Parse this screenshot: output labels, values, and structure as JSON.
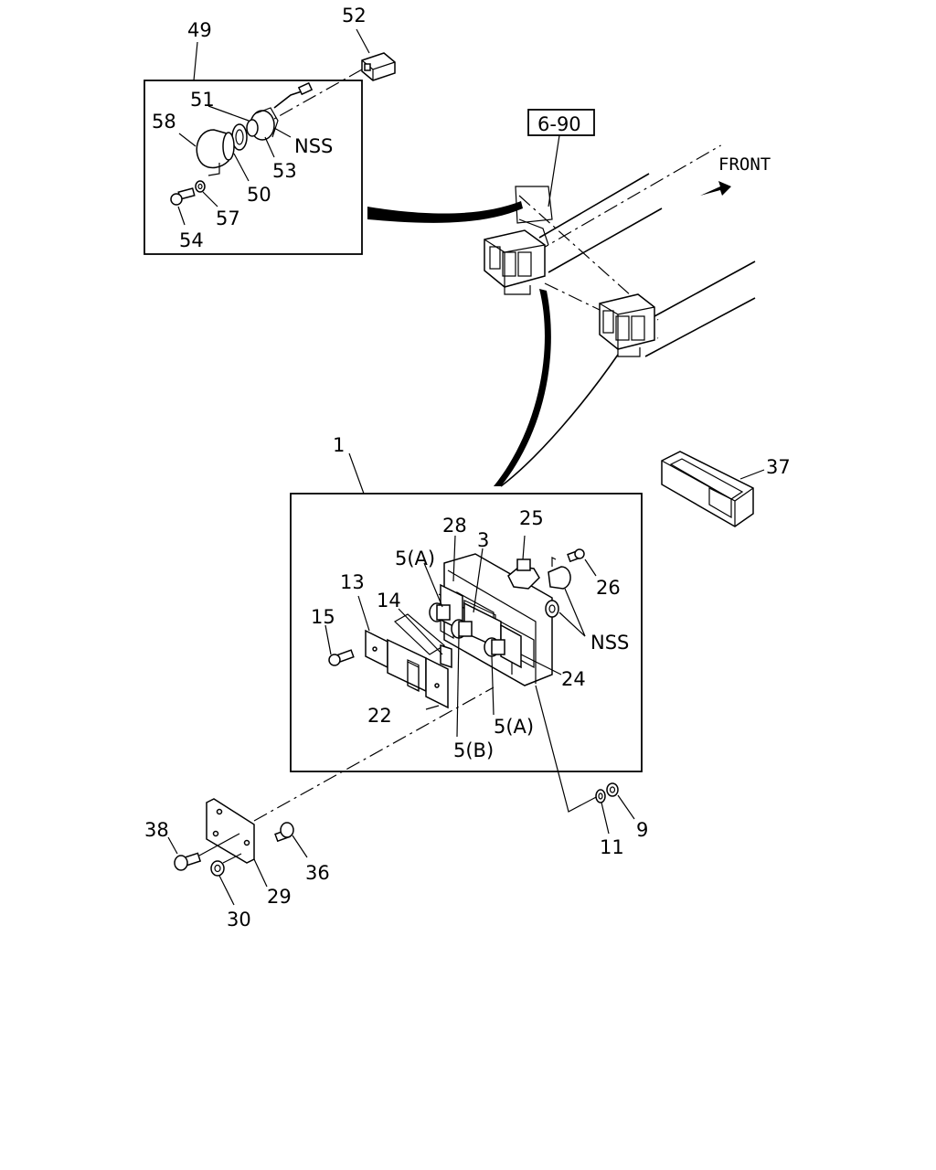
{
  "labels": {
    "l49": "49",
    "l52": "52",
    "l51": "51",
    "l58": "58",
    "l53": "53",
    "l50": "50",
    "l57": "57",
    "l54": "54",
    "l6_90": "6-90",
    "front": "FRONT",
    "nss_top": "NSS",
    "l1": "1",
    "l37": "37",
    "l28": "28",
    "l3": "3",
    "l25": "25",
    "l26": "26",
    "l5a_top": "5(A)",
    "l13": "13",
    "l14": "14",
    "l15": "15",
    "nss_mid": "NSS",
    "l24": "24",
    "l22": "22",
    "l5a_bot": "5(A)",
    "l5b": "5(B)",
    "l38": "38",
    "l36": "36",
    "l29": "29",
    "l30": "30",
    "l11": "11",
    "l9": "9"
  }
}
